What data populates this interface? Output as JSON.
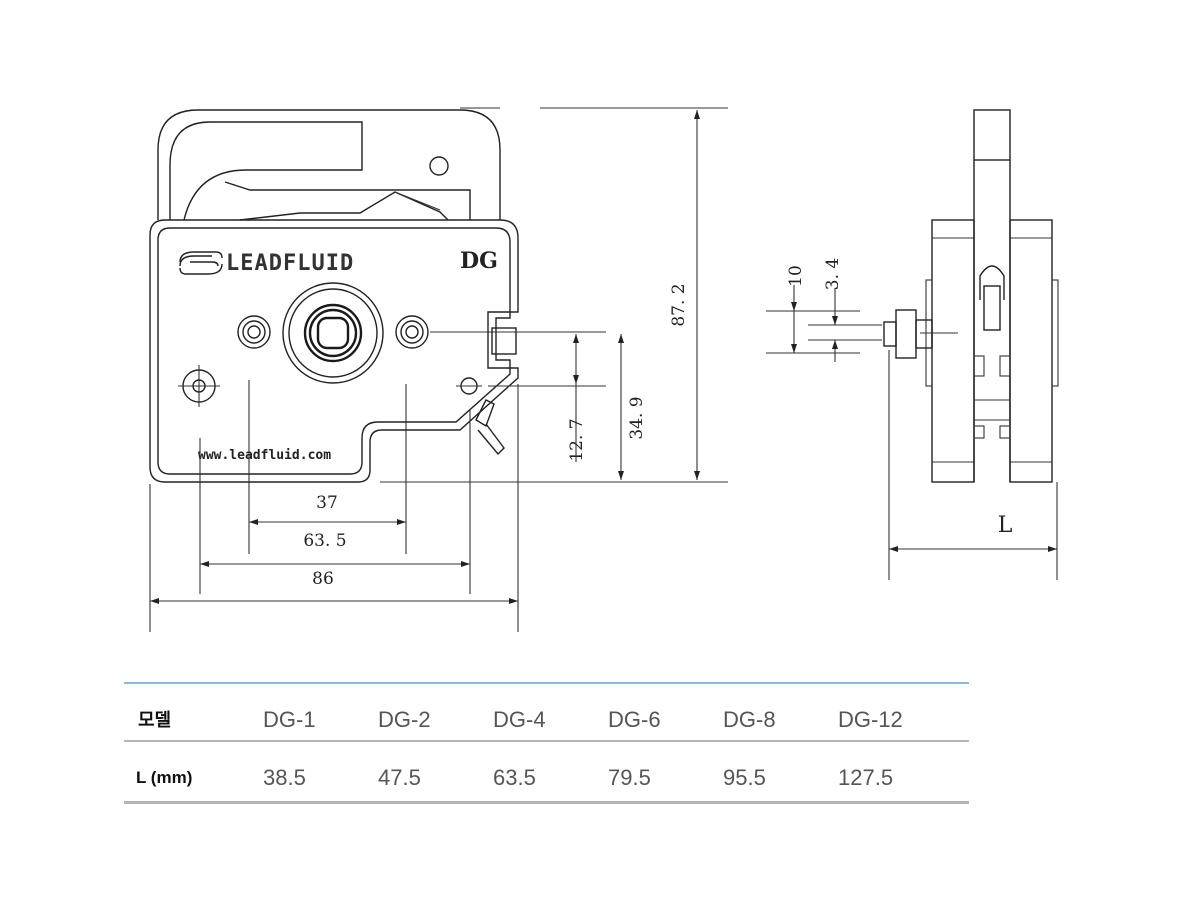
{
  "drawing": {
    "front_view": {
      "brand": "LEADFLUID",
      "model_mark": "DG",
      "website": "www.leadfluid.com"
    },
    "dimensions": {
      "d37": "37",
      "d63_5": "63. 5",
      "d86": "86",
      "d87_2": "87. 2",
      "d34_9": "34. 9",
      "d12_7": "12. 7",
      "d10": "10",
      "d3_4": "3. 4",
      "dL": "L"
    }
  },
  "table": {
    "header_label": "모델",
    "row_label": "L (mm)",
    "models": [
      "DG-1",
      "DG-2",
      "DG-4",
      "DG-6",
      "DG-8",
      "DG-12"
    ],
    "lengths": [
      "38.5",
      "47.5",
      "63.5",
      "79.5",
      "95.5",
      "127.5"
    ]
  }
}
